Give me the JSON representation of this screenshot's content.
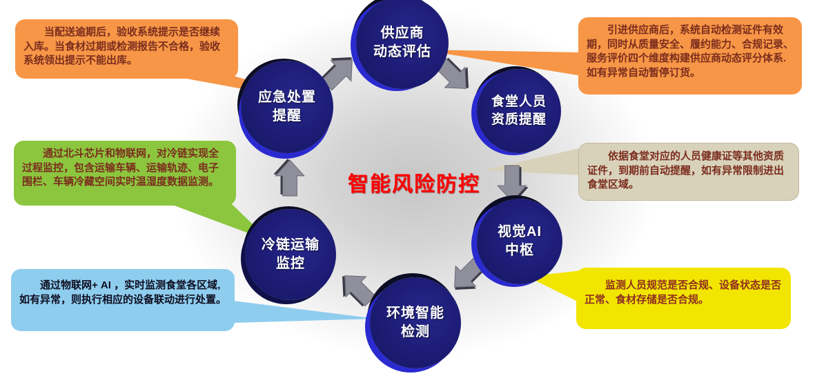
{
  "diagram": {
    "center_title": "智能风险防控",
    "nodes": [
      {
        "id": "supplier",
        "line1": "供应商",
        "line2": "动态评估"
      },
      {
        "id": "staff",
        "line1": "食堂人员",
        "line2": "资质提醒"
      },
      {
        "id": "vision",
        "line1": "视觉AI",
        "line2": "中枢"
      },
      {
        "id": "environment",
        "line1": "环境智能",
        "line2": "检测"
      },
      {
        "id": "coldchain",
        "line1": "冷链运输",
        "line2": "监控"
      },
      {
        "id": "emergency",
        "line1": "应急处置",
        "line2": "提醒"
      }
    ],
    "callouts": [
      {
        "id": "emergency-note",
        "color": "#f79646",
        "text": "当配送逾期后，验收系统提示是否继续入库。当食材过期或检测报告不合格，验收系统领出提示不能出库。"
      },
      {
        "id": "supplier-note",
        "color": "#f79646",
        "text": "引进供应商后，系统自动检测证件有效期，同时从质量安全、履约能力、合规记录、服务评价四个维度构建供应商动态评分体系.如有异常自动暂停订货。"
      },
      {
        "id": "staff-note",
        "color": "#d9d2bb",
        "text": "依据食堂对应的人员健康证等其他资质证件，到期前自动提醒，如有异常限制进出食堂区域。"
      },
      {
        "id": "vision-note",
        "color": "#f2e500",
        "text": "监测人员规范是否合规、设备状态是否正常、食材存储是否合规。"
      },
      {
        "id": "coldchain-note",
        "color": "#8cc63e",
        "text": "通过北斗芯片和物联网，对冷链实现全过程监控，包含运输车辆、运输轨迹、电子围栏、车辆冷藏空间实时温湿度数据监测。"
      },
      {
        "id": "environment-note",
        "color": "#8fcdee",
        "text": "通过物联网+ AI ，实时监测食堂各区域,如有异常，则执行相应的设备联动进行处置。"
      }
    ],
    "cycle_order": "供应商动态评估 → 食堂人员资质提醒 → 视觉AI中枢 → 环境智能检测 → 冷链运输监控 → 应急处置提醒",
    "colors": {
      "node_fill": "#1c1c74",
      "node_highlight": "#2a2ad0",
      "arrow": "#8f8f9c",
      "title": "#ff0000",
      "callout_orange": "#f79646",
      "callout_tan": "#d9d2bb",
      "callout_yellow": "#f2e500",
      "callout_green": "#8cc63e",
      "callout_blue": "#8fcdee"
    }
  }
}
